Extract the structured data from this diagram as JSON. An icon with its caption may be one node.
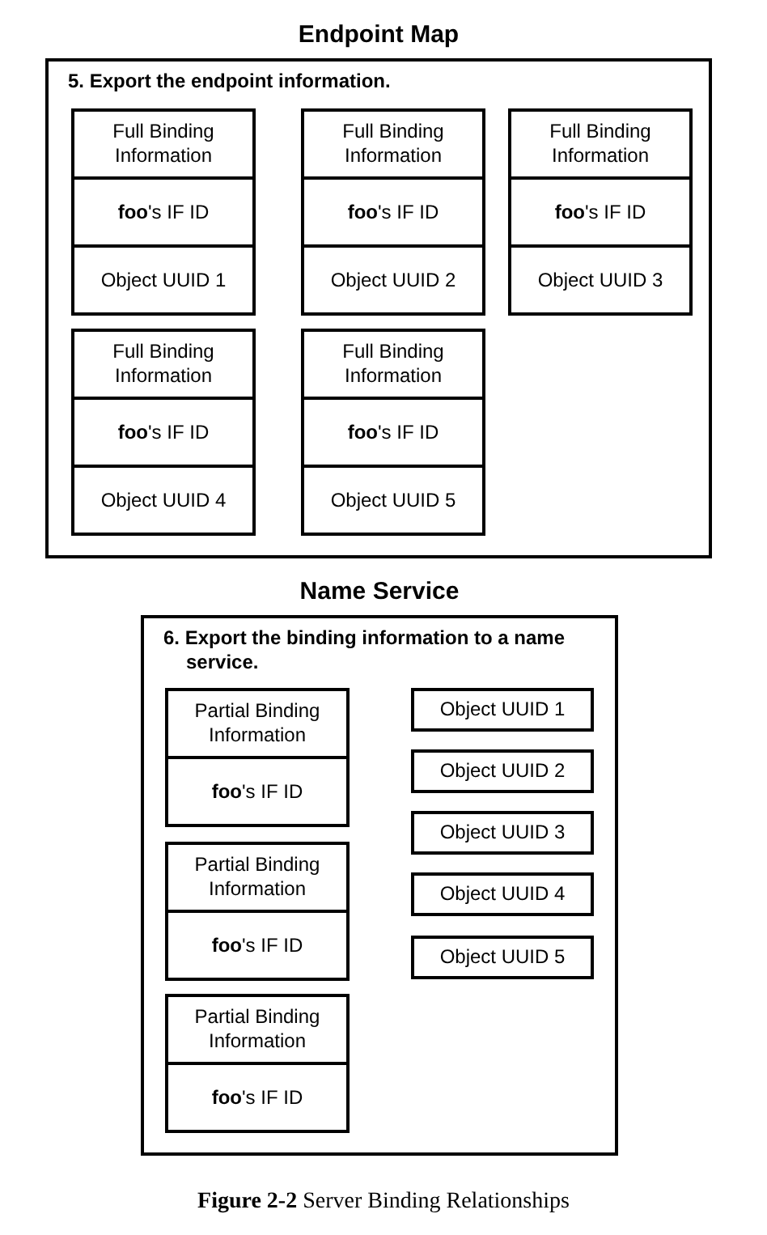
{
  "diagram": {
    "caption": "**Figure 2-2** Server Binding Relationships",
    "nodes": [
      {
        "text": [
          "Endpoint Map",
          "5. Export the endpoint information."
        ]
      },
      {
        "text": [
          "Full Binding Information",
          "**foo**'s IF ID",
          "Object UUID 1"
        ],
        "in": 0
      },
      {
        "text": [
          "Full Binding Information",
          "**foo**'s IF ID",
          "Object UUID 2"
        ],
        "in": 0
      },
      {
        "text": [
          "Full Binding Information",
          "**foo**'s IF ID",
          "Object UUID 3"
        ],
        "in": 0
      },
      {
        "text": [
          "Full Binding Information",
          "**foo**'s IF ID",
          "Object UUID 4"
        ],
        "in": 0
      },
      {
        "text": [
          "Full Binding Information",
          "**foo**'s IF ID",
          "Object UUID 5"
        ],
        "in": 0
      },
      {
        "text": [
          "Name Service",
          "6. Export the binding information to a name service."
        ]
      },
      {
        "text": [
          "Partial Binding Information",
          "**foo**'s IF ID"
        ],
        "in": 6
      },
      {
        "text": [
          "Partial Binding Information",
          "**foo**'s IF ID"
        ],
        "in": 6
      },
      {
        "text": [
          "Partial Binding Information",
          "**foo**'s IF ID"
        ],
        "in": 6
      },
      {
        "text": [
          "Object UUID 1"
        ],
        "in": 6
      },
      {
        "text": [
          "Object UUID 2"
        ],
        "in": 6
      },
      {
        "text": [
          "Object UUID 3"
        ],
        "in": 6
      },
      {
        "text": [
          "Object UUID 4"
        ],
        "in": 6
      },
      {
        "text": [
          "Object UUID 5"
        ],
        "in": 6
      }
    ]
  }
}
